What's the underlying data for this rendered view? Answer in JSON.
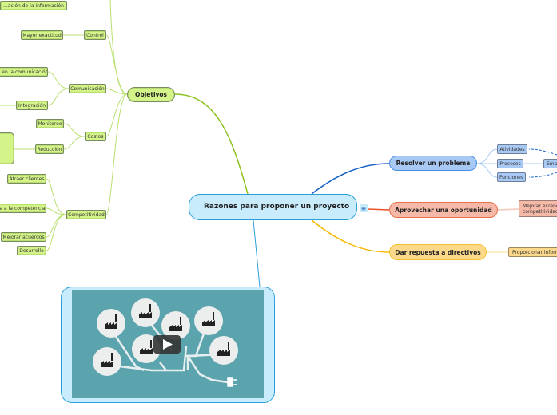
{
  "central": {
    "title": "Razones para proponer un proyecto"
  },
  "objetivos": {
    "label": "Objetivos",
    "top_cut": "...ación de la información",
    "control": {
      "label": "Control",
      "children": [
        "Mayor exactitud"
      ]
    },
    "comunicacion": {
      "label": "Comunicación",
      "children": [
        "...s en la comunicación",
        "Integración"
      ]
    },
    "costos": {
      "label": "Costos",
      "children": [
        "Monitoreo",
        "Reducción"
      ]
    },
    "competitividad": {
      "label": "Competitividad",
      "children": [
        "Atraer clientes",
        "...ra a la competencia",
        "Mejorar acuerdos",
        "Desarrollo"
      ]
    }
  },
  "resolver": {
    "label": "Resolver un problema",
    "children": [
      "Atividades",
      "Procesos",
      "Funciones"
    ],
    "linked": "Emp..."
  },
  "aprovechar": {
    "label": "Aprovechar una oportunidad",
    "children": [
      "Mejorar el rendi... competitividad"
    ]
  },
  "directivos": {
    "label": "Dar repuesta a directivos",
    "children": [
      "Proporcionar informa..."
    ]
  },
  "menu_icon": "≡",
  "video": {
    "play_icon": "play-icon",
    "background": "#5ba3ad"
  },
  "colors": {
    "green": "#8cc11f",
    "blue": "#1a64c8",
    "red": "#e8502a",
    "yellow": "#f5b800",
    "central_border": "#2a9fd8"
  }
}
